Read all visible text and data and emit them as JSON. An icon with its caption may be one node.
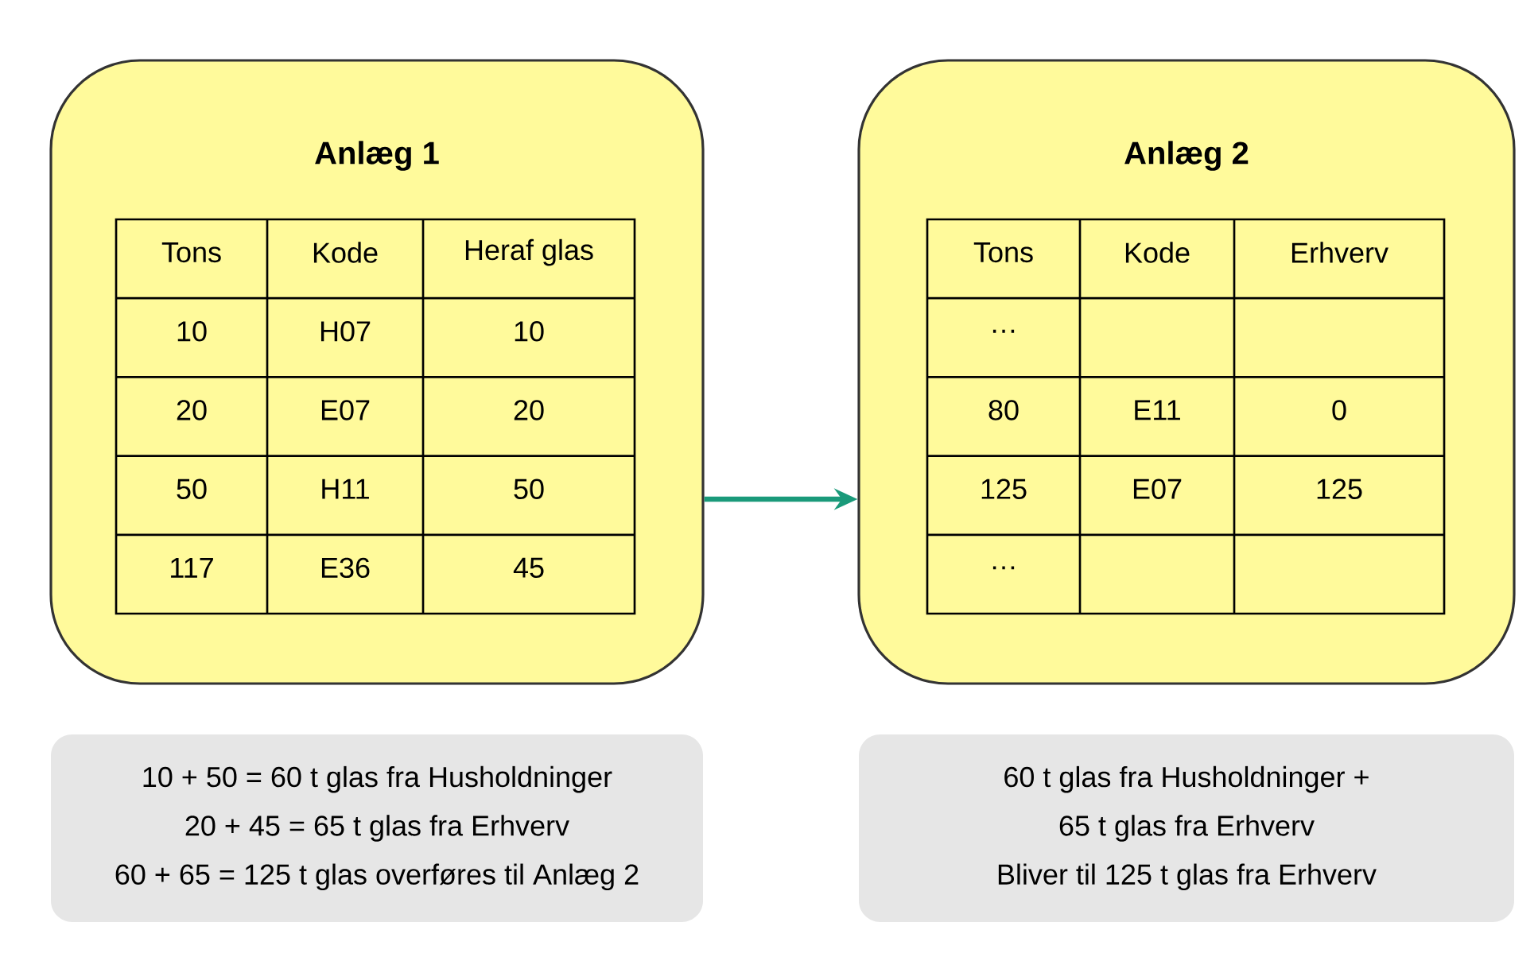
{
  "diagram": {
    "nodes": [
      {
        "text": [
          "Anlæg 1"
        ]
      },
      {
        "text": [
          "Anlæg 2"
        ]
      },
      {
        "text": [
          "10 + 50 = 60 t glas fra Husholdninger",
          "20 + 45 = 65 t glas fra Erhverv",
          "60 + 65 = 125 t glas overføres til Anlæg 2"
        ]
      },
      {
        "text": [
          "60 t glas fra Husholdninger +",
          "65 t glas fra Erhverv",
          "Bliver til 125 t glas fra Erhverv"
        ]
      }
    ],
    "edges": [
      {
        "from": 0,
        "to": 1,
        "arrow": "to",
        "color": "#1a9a7a"
      }
    ],
    "labels": [
      "Tons",
      "Kode",
      "Heraf glas",
      "10",
      "H07",
      "10",
      "20",
      "E07",
      "20",
      "50",
      "H11",
      "50",
      "117",
      "E36",
      "45",
      "Tons",
      "Kode",
      "Erhverv",
      "…",
      "80",
      "E11",
      "0",
      "125",
      "E07",
      "125",
      "…"
    ]
  }
}
